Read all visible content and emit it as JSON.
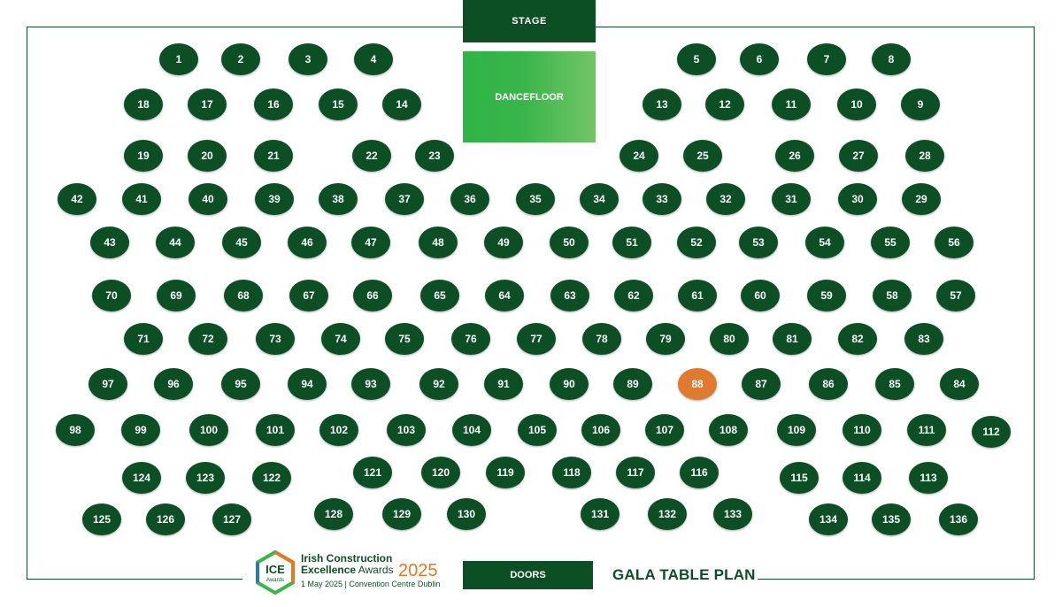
{
  "labels": {
    "stage": "STAGE",
    "dancefloor": "DANCEFLOOR",
    "doors": "DOORS",
    "plan_title": "GALA TABLE PLAN"
  },
  "logo": {
    "badge_top": "ICE",
    "badge_sub": "Awards",
    "line1": "Irish Construction",
    "line2_bold": "Excellence",
    "line2_rest": " Awards",
    "year": "2025",
    "line3": "1 May 2025 | Convention Centre Dublin"
  },
  "colors": {
    "table": "#0d4f25",
    "highlight": "#e07a2e",
    "dancefloor": "#39b54a"
  },
  "highlighted_table": "88",
  "rows": [
    [
      "1",
      "2",
      "3",
      "4",
      "5",
      "6",
      "7",
      "8"
    ],
    [
      "18",
      "17",
      "16",
      "15",
      "14",
      "13",
      "12",
      "11",
      "10",
      "9"
    ],
    [
      "19",
      "20",
      "21",
      "22",
      "23",
      "24",
      "25",
      "26",
      "27",
      "28"
    ],
    [
      "42",
      "41",
      "40",
      "39",
      "38",
      "37",
      "36",
      "35",
      "34",
      "33",
      "32",
      "31",
      "30",
      "29"
    ],
    [
      "43",
      "44",
      "45",
      "46",
      "47",
      "48",
      "49",
      "50",
      "51",
      "52",
      "53",
      "54",
      "55",
      "56"
    ],
    [
      "70",
      "69",
      "68",
      "67",
      "66",
      "65",
      "64",
      "63",
      "62",
      "61",
      "60",
      "59",
      "58",
      "57"
    ],
    [
      "71",
      "72",
      "73",
      "74",
      "75",
      "76",
      "77",
      "78",
      "79",
      "80",
      "81",
      "82",
      "83"
    ],
    [
      "97",
      "96",
      "95",
      "94",
      "93",
      "92",
      "91",
      "90",
      "89",
      "88",
      "87",
      "86",
      "85",
      "84"
    ],
    [
      "98",
      "99",
      "100",
      "101",
      "102",
      "103",
      "104",
      "105",
      "106",
      "107",
      "108",
      "109",
      "110",
      "111",
      "112"
    ],
    [
      "124",
      "123",
      "122",
      "121",
      "120",
      "119",
      "118",
      "117",
      "116",
      "115",
      "114",
      "113"
    ],
    [
      "125",
      "126",
      "127",
      "128",
      "129",
      "130",
      "131",
      "132",
      "133",
      "134",
      "135",
      "136"
    ]
  ]
}
